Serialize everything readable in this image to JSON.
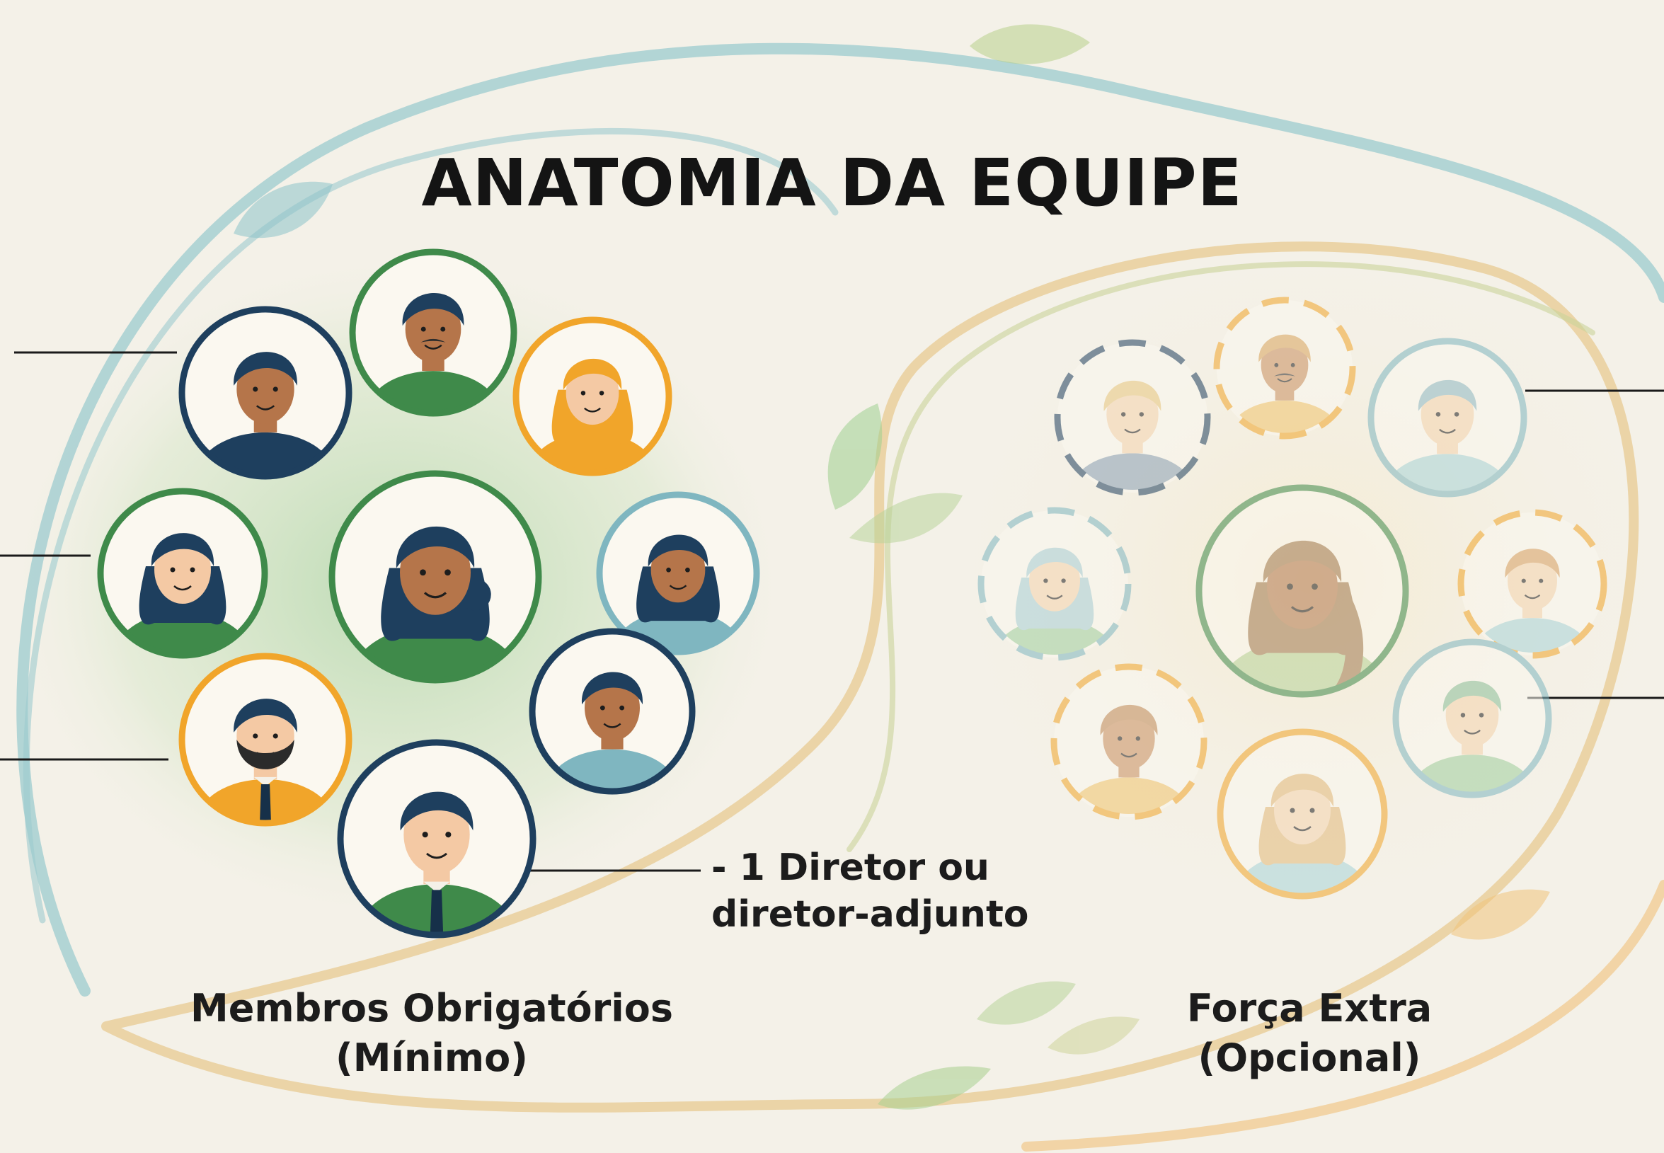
{
  "title": "ANATOMIA DA EQUIPE",
  "callout": {
    "line1": "- 1 Diretor ou",
    "line2": "diretor-adjunto"
  },
  "groups": [
    {
      "name": "Membros Obrigatórios",
      "qualifier": "(Mínimo)"
    },
    {
      "name": "Força Extra",
      "qualifier": "(Opcional)"
    }
  ],
  "colors": {
    "navy": "#1e3f5e",
    "green": "#3f8a4a",
    "orange": "#f1a52a",
    "teal": "#7fb6c0",
    "skin_brown": "#b5754a",
    "skin_light": "#f4c9a4",
    "swirl_left": "#8cc3c8",
    "swirl_right": "#f0c27a"
  },
  "avatars_required": [
    {
      "id": "man-navy-1",
      "ring": "navy",
      "hair": "navy",
      "skin": "skin_brown",
      "shirt": "navy",
      "style": "short"
    },
    {
      "id": "man-mustache",
      "ring": "green",
      "hair": "navy",
      "skin": "skin_brown",
      "shirt": "green",
      "style": "mustache"
    },
    {
      "id": "woman-blonde",
      "ring": "orange",
      "hair": "orange",
      "skin": "skin_light",
      "shirt": "orange",
      "style": "long"
    },
    {
      "id": "woman-long-dark",
      "ring": "green",
      "hair": "navy",
      "skin": "skin_light",
      "shirt": "green",
      "style": "long"
    },
    {
      "id": "woman-center-bun",
      "ring": "green",
      "hair": "navy",
      "skin": "skin_brown",
      "shirt": "green",
      "style": "bun"
    },
    {
      "id": "woman-teal",
      "ring": "teal",
      "hair": "navy",
      "skin": "skin_brown",
      "shirt": "teal",
      "style": "bob"
    },
    {
      "id": "man-beard-tie",
      "ring": "orange",
      "hair": "navy",
      "skin": "skin_light",
      "shirt": "orange",
      "style": "beard"
    },
    {
      "id": "man-teal-shirt",
      "ring": "navy",
      "hair": "navy",
      "skin": "skin_brown",
      "shirt": "teal",
      "style": "short"
    },
    {
      "id": "man-director",
      "ring": "navy",
      "hair": "navy",
      "skin": "skin_light",
      "shirt": "green",
      "style": "tie"
    }
  ],
  "avatars_optional": [
    {
      "id": "opt-man-1",
      "ring": "navy",
      "dashed": true,
      "style": "short"
    },
    {
      "id": "opt-man-mustache",
      "ring": "orange",
      "dashed": true,
      "style": "mustache"
    },
    {
      "id": "opt-man-teal",
      "ring": "teal",
      "dashed": false,
      "style": "short"
    },
    {
      "id": "opt-woman-teal",
      "ring": "teal",
      "dashed": true,
      "style": "long"
    },
    {
      "id": "opt-woman-center",
      "ring": "green",
      "dashed": false,
      "style": "ponytail"
    },
    {
      "id": "opt-man-orange",
      "ring": "orange",
      "dashed": true,
      "style": "short"
    },
    {
      "id": "opt-man-brown",
      "ring": "orange",
      "dashed": true,
      "style": "short"
    },
    {
      "id": "opt-woman-long",
      "ring": "orange",
      "dashed": false,
      "style": "long"
    },
    {
      "id": "opt-man-green",
      "ring": "teal",
      "dashed": false,
      "style": "short"
    }
  ]
}
